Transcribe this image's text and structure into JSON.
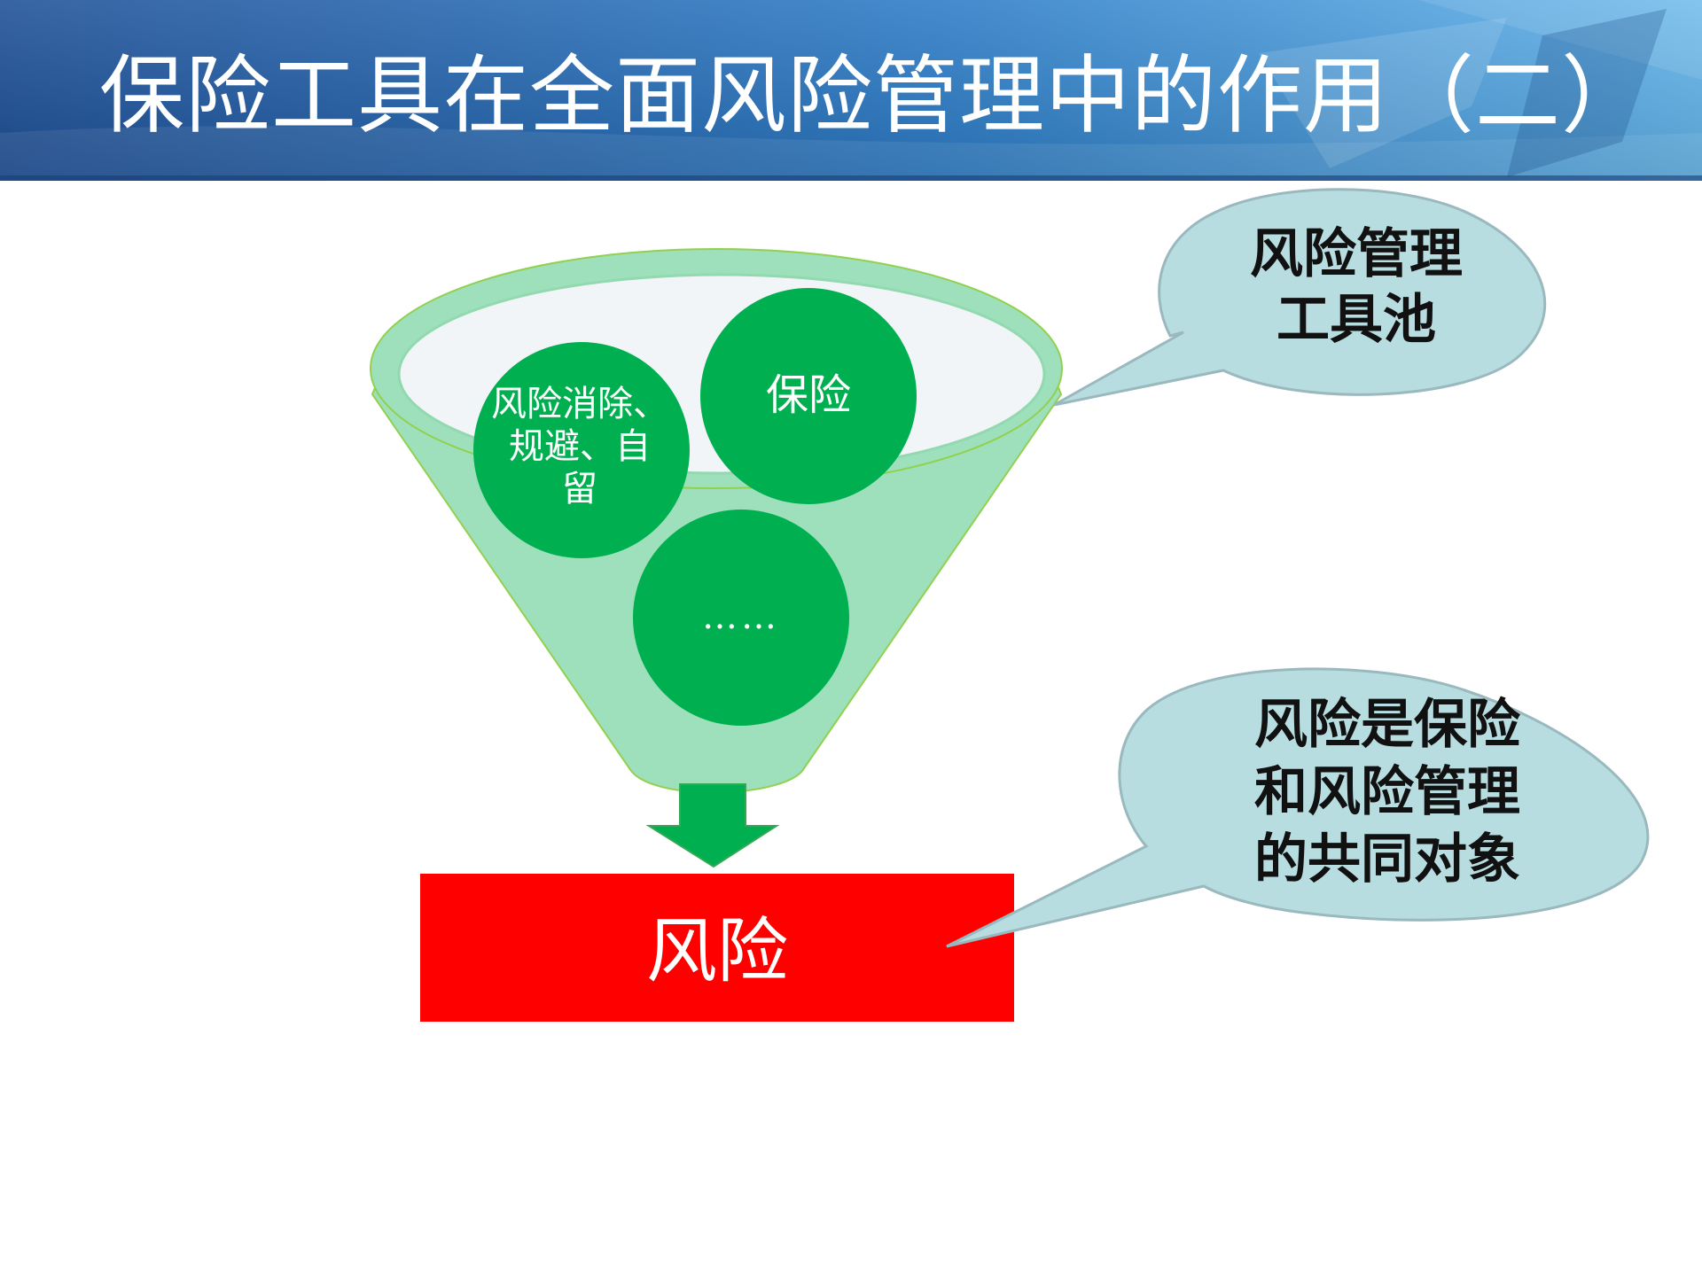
{
  "slide": {
    "title": "保险工具在全面风险管理中的作用（二）"
  },
  "funnel": {
    "tools": [
      {
        "lines": [
          "风险消除、",
          "规避、自",
          "留"
        ]
      },
      {
        "lines": [
          "保险"
        ]
      },
      {
        "lines": [
          "……"
        ]
      }
    ]
  },
  "risk_box": {
    "label": "风险"
  },
  "callouts": [
    {
      "lines": [
        "风险管理",
        "工具池"
      ]
    },
    {
      "lines": [
        "风险是保险",
        "和风险管理",
        "的共同对象"
      ]
    }
  ],
  "colors": {
    "header_blue": "#1f5fa8",
    "funnel_green": "#9de0bb",
    "tool_green": "#00b050",
    "risk_red": "#ff0000",
    "callout_fill": "#b7dde1"
  }
}
